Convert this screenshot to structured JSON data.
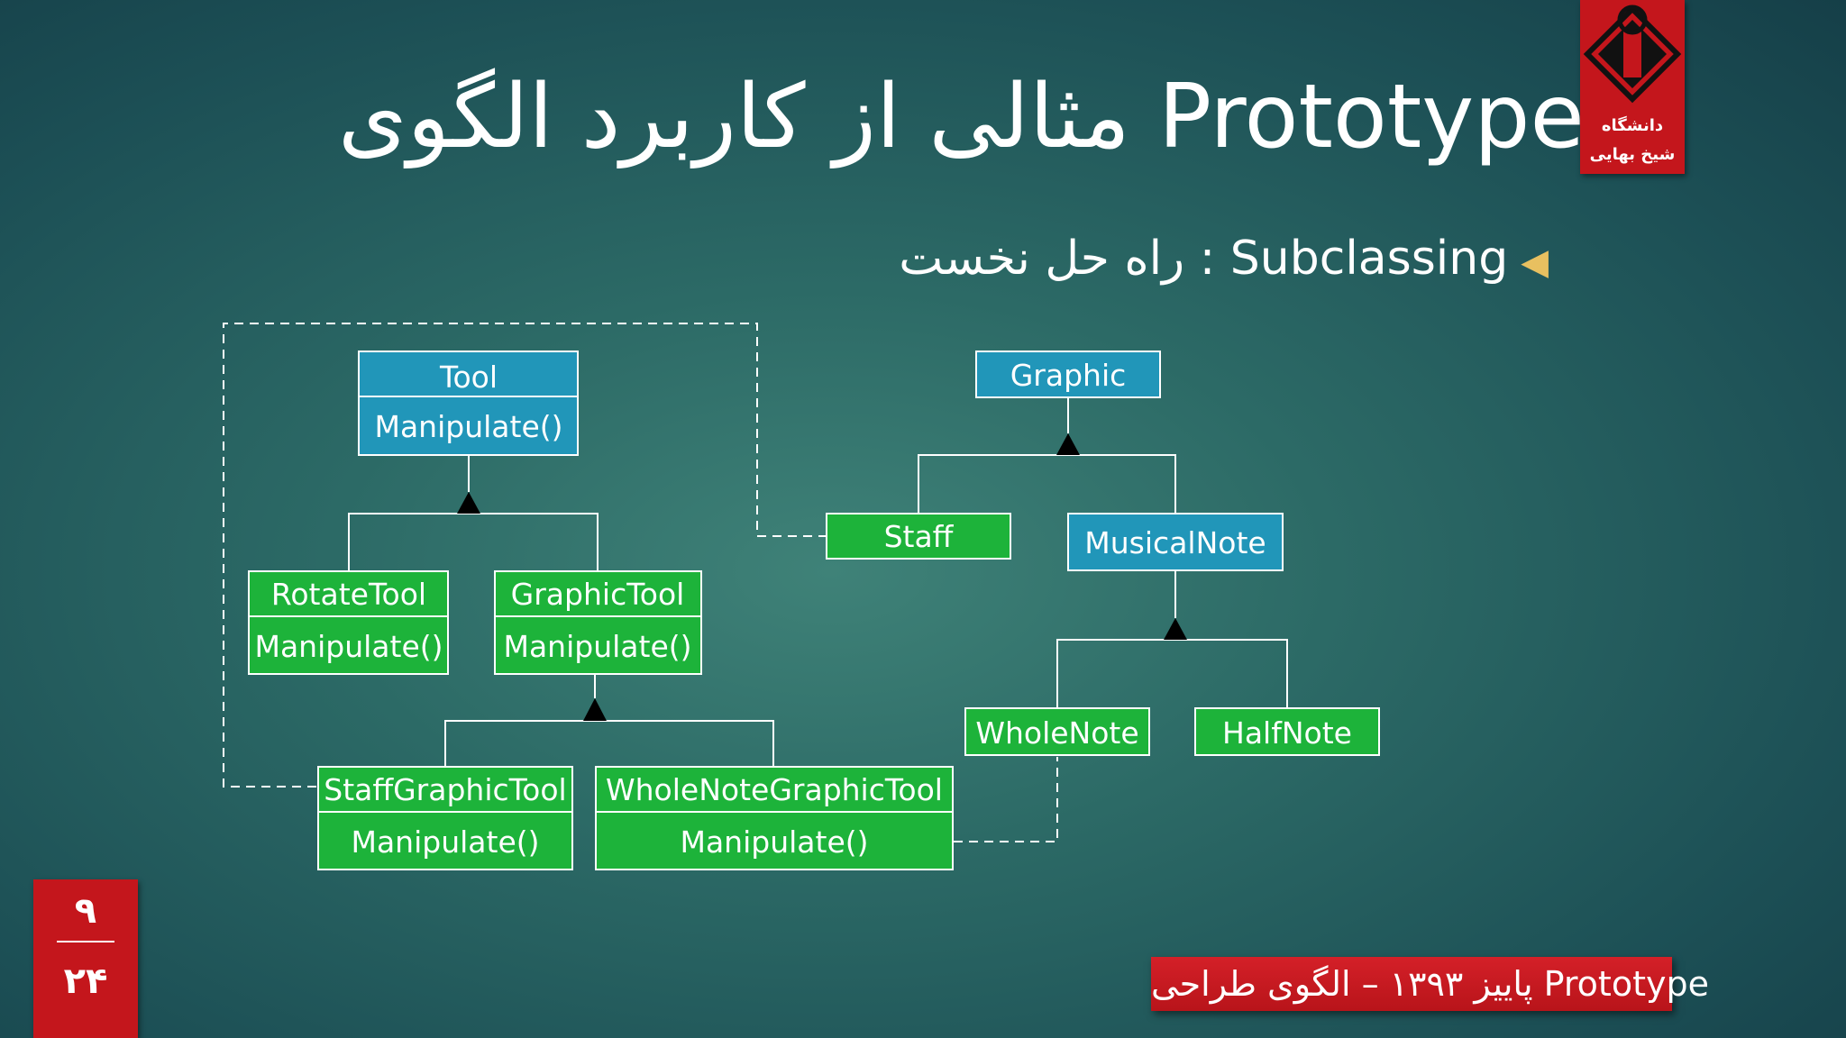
{
  "slide": {
    "title": "مثالی از کاربرد الگوی Prototype",
    "bullet_text": "راه حل نخست : Subclassing",
    "bullet_icon": "triangle-bullet-icon"
  },
  "logo": {
    "line1": "دانشگاه",
    "line2": "شیخ بهایی"
  },
  "page": {
    "current": "۹",
    "total": "۲۴"
  },
  "footer": {
    "text": "پاییز ۱۳۹۳ – الگوی طراحی Prototype"
  },
  "colors": {
    "abstract_class": "#2196b9",
    "concrete_class": "#1db33a",
    "border": "#ffffff",
    "accent_red": "#c4161c",
    "bullet": "#e8c060"
  },
  "classes": {
    "tool": {
      "name": "Tool",
      "op": "Manipulate()"
    },
    "rotatetool": {
      "name": "RotateTool",
      "op": "Manipulate()"
    },
    "graphictool": {
      "name": "GraphicTool",
      "op": "Manipulate()"
    },
    "staffgraphictool": {
      "name": "StaffGraphicTool",
      "op": "Manipulate()"
    },
    "wholenotegraphictool": {
      "name": "WholeNoteGraphicTool",
      "op": "Manipulate()"
    },
    "graphic": {
      "name": "Graphic"
    },
    "staff": {
      "name": "Staff"
    },
    "musicalnote": {
      "name": "MusicalNote"
    },
    "wholenote": {
      "name": "WholeNote"
    },
    "halfnote": {
      "name": "HalfNote"
    }
  }
}
